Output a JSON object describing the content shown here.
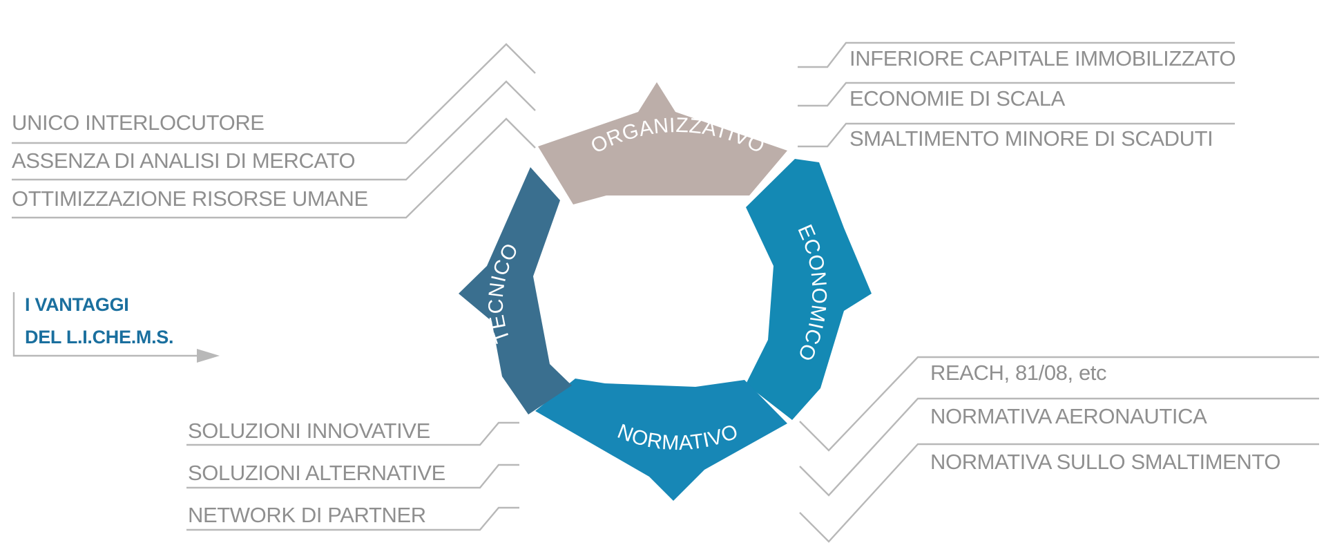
{
  "colors": {
    "organizzativo": "#bcaea9",
    "economico": "#1489b4",
    "normativo": "#1787b6",
    "tecnico": "#3a6f8f",
    "label_text": "#8f8f8f",
    "title_text": "#1a6f9e",
    "connector": "#b8b8b8"
  },
  "title": {
    "line1": "I VANTAGGI",
    "line2": "DEL L.I.CHE.M.S."
  },
  "ring": {
    "organizzativo": "ORGANIZZATIVO",
    "economico": "ECONOMICO",
    "normativo": "NORMATIVO",
    "tecnico": "TECNICO"
  },
  "groups": {
    "organizzativo": [
      "UNICO INTERLOCUTORE",
      "ASSENZA DI ANALISI DI MERCATO",
      "OTTIMIZZAZIONE RISORSE UMANE"
    ],
    "economico": [
      "INFERIORE CAPITALE IMMOBILIZZATO",
      "ECONOMIE DI SCALA",
      "SMALTIMENTO MINORE DI SCADUTI"
    ],
    "normativo": [
      "REACH, 81/08, etc",
      "NORMATIVA AERONAUTICA",
      "NORMATIVA SULLO SMALTIMENTO"
    ],
    "tecnico": [
      "SOLUZIONI INNOVATIVE",
      "SOLUZIONI ALTERNATIVE",
      "NETWORK DI PARTNER"
    ]
  }
}
